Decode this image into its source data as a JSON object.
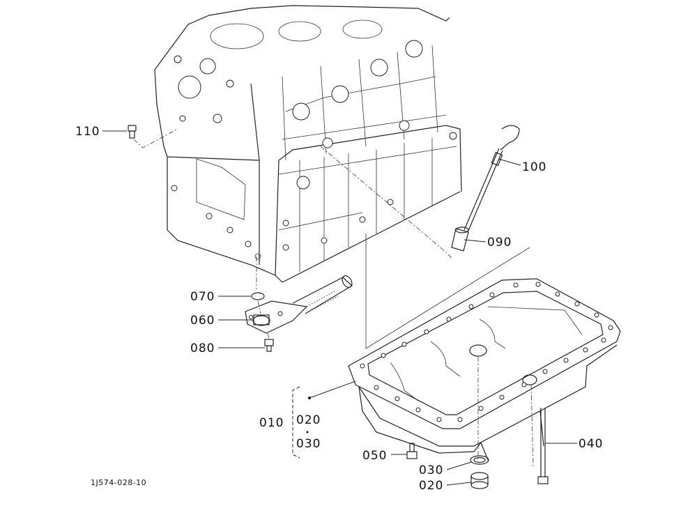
{
  "drawing_id": "1J574-028-10",
  "callouts": {
    "p110": "110",
    "p100": "100",
    "p090": "090",
    "p070": "070",
    "p060": "060",
    "p080": "080",
    "p010": "010",
    "p010_sub_top": "020",
    "p010_sub_bottom": "030",
    "p040": "040",
    "p050": "050",
    "p030": "030",
    "p020": "020"
  },
  "icons": {
    "engine_block": "engine-block-drawing",
    "oil_pan": "oil-pan-drawing",
    "dipstick": "dipstick-drawing",
    "oil_strainer": "oil-strainer-drawing"
  }
}
